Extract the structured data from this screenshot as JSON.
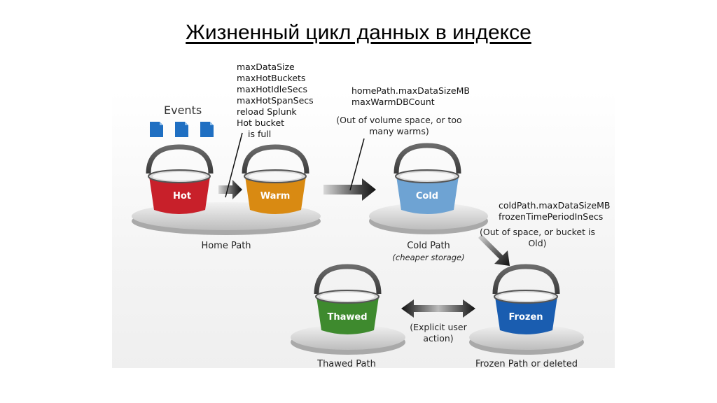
{
  "title": "Жизненный цикл данных в индексе",
  "events": {
    "label": "Events"
  },
  "buckets": {
    "hot": {
      "label": "Hot",
      "color": "#c8202a"
    },
    "warm": {
      "label": "Warm",
      "color": "#d98a12"
    },
    "cold": {
      "label": "Cold",
      "color": "#6ea3d3"
    },
    "thawed": {
      "label": "Thawed",
      "color": "#3e8a2e"
    },
    "frozen": {
      "label": "Frozen",
      "color": "#1a5db0"
    }
  },
  "paths": {
    "home": "Home Path",
    "cold": "Cold Path",
    "cold_sub": "(cheaper storage)",
    "thawed": "Thawed Path",
    "frozen": "Frozen Path or deleted"
  },
  "hot_warm_params": [
    "maxDataSize",
    "maxHotBuckets",
    "maxHotIdleSecs",
    "maxHotSpanSecs",
    "reload Splunk"
  ],
  "hot_warm_note": [
    "Hot bucket",
    "is full"
  ],
  "warm_cold_params": [
    "homePath.maxDataSizeMB",
    "maxWarmDBCount"
  ],
  "warm_cold_note": [
    "(Out of volume space, or too",
    "many warms)"
  ],
  "cold_frozen_params": [
    "coldPath.maxDataSizeMB",
    "frozenTimePeriodInSecs"
  ],
  "cold_frozen_note": [
    "(Out of space, or bucket is",
    "Old)"
  ],
  "thaw_note": [
    "(Explicit user",
    "action)"
  ]
}
